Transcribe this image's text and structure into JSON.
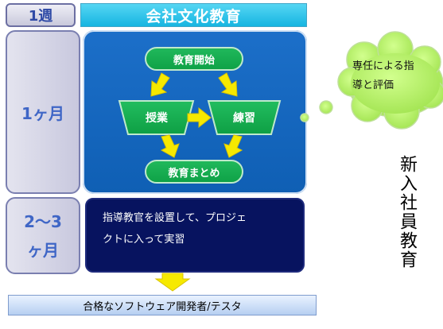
{
  "period_column": {
    "week_label": "1週",
    "month1_label": "1ヶ月",
    "month23_line1": "2～3",
    "month23_line2": "ヶ月"
  },
  "title": "会社文化教育",
  "flow": {
    "start": "教育開始",
    "lecture": "授業",
    "practice": "練習",
    "summary": "教育まとめ"
  },
  "mentor_panel": {
    "line1": "指導教官を設置して、プロジェ",
    "line2": "クトに入って実習"
  },
  "graduate_label": "合格なソフトウェア開発者/テスタ",
  "bubble": {
    "line1": "専任による指",
    "line2": "導と評価"
  },
  "side_label": "新入社員教育",
  "colors": {
    "title_bar": "#16b5e1",
    "main_panel": "#1069c0",
    "green_shape": "#12a84c",
    "arrow_yellow": "#f5e800",
    "mentor_panel": "#07135f",
    "bubble_green": "#b8f26d"
  }
}
